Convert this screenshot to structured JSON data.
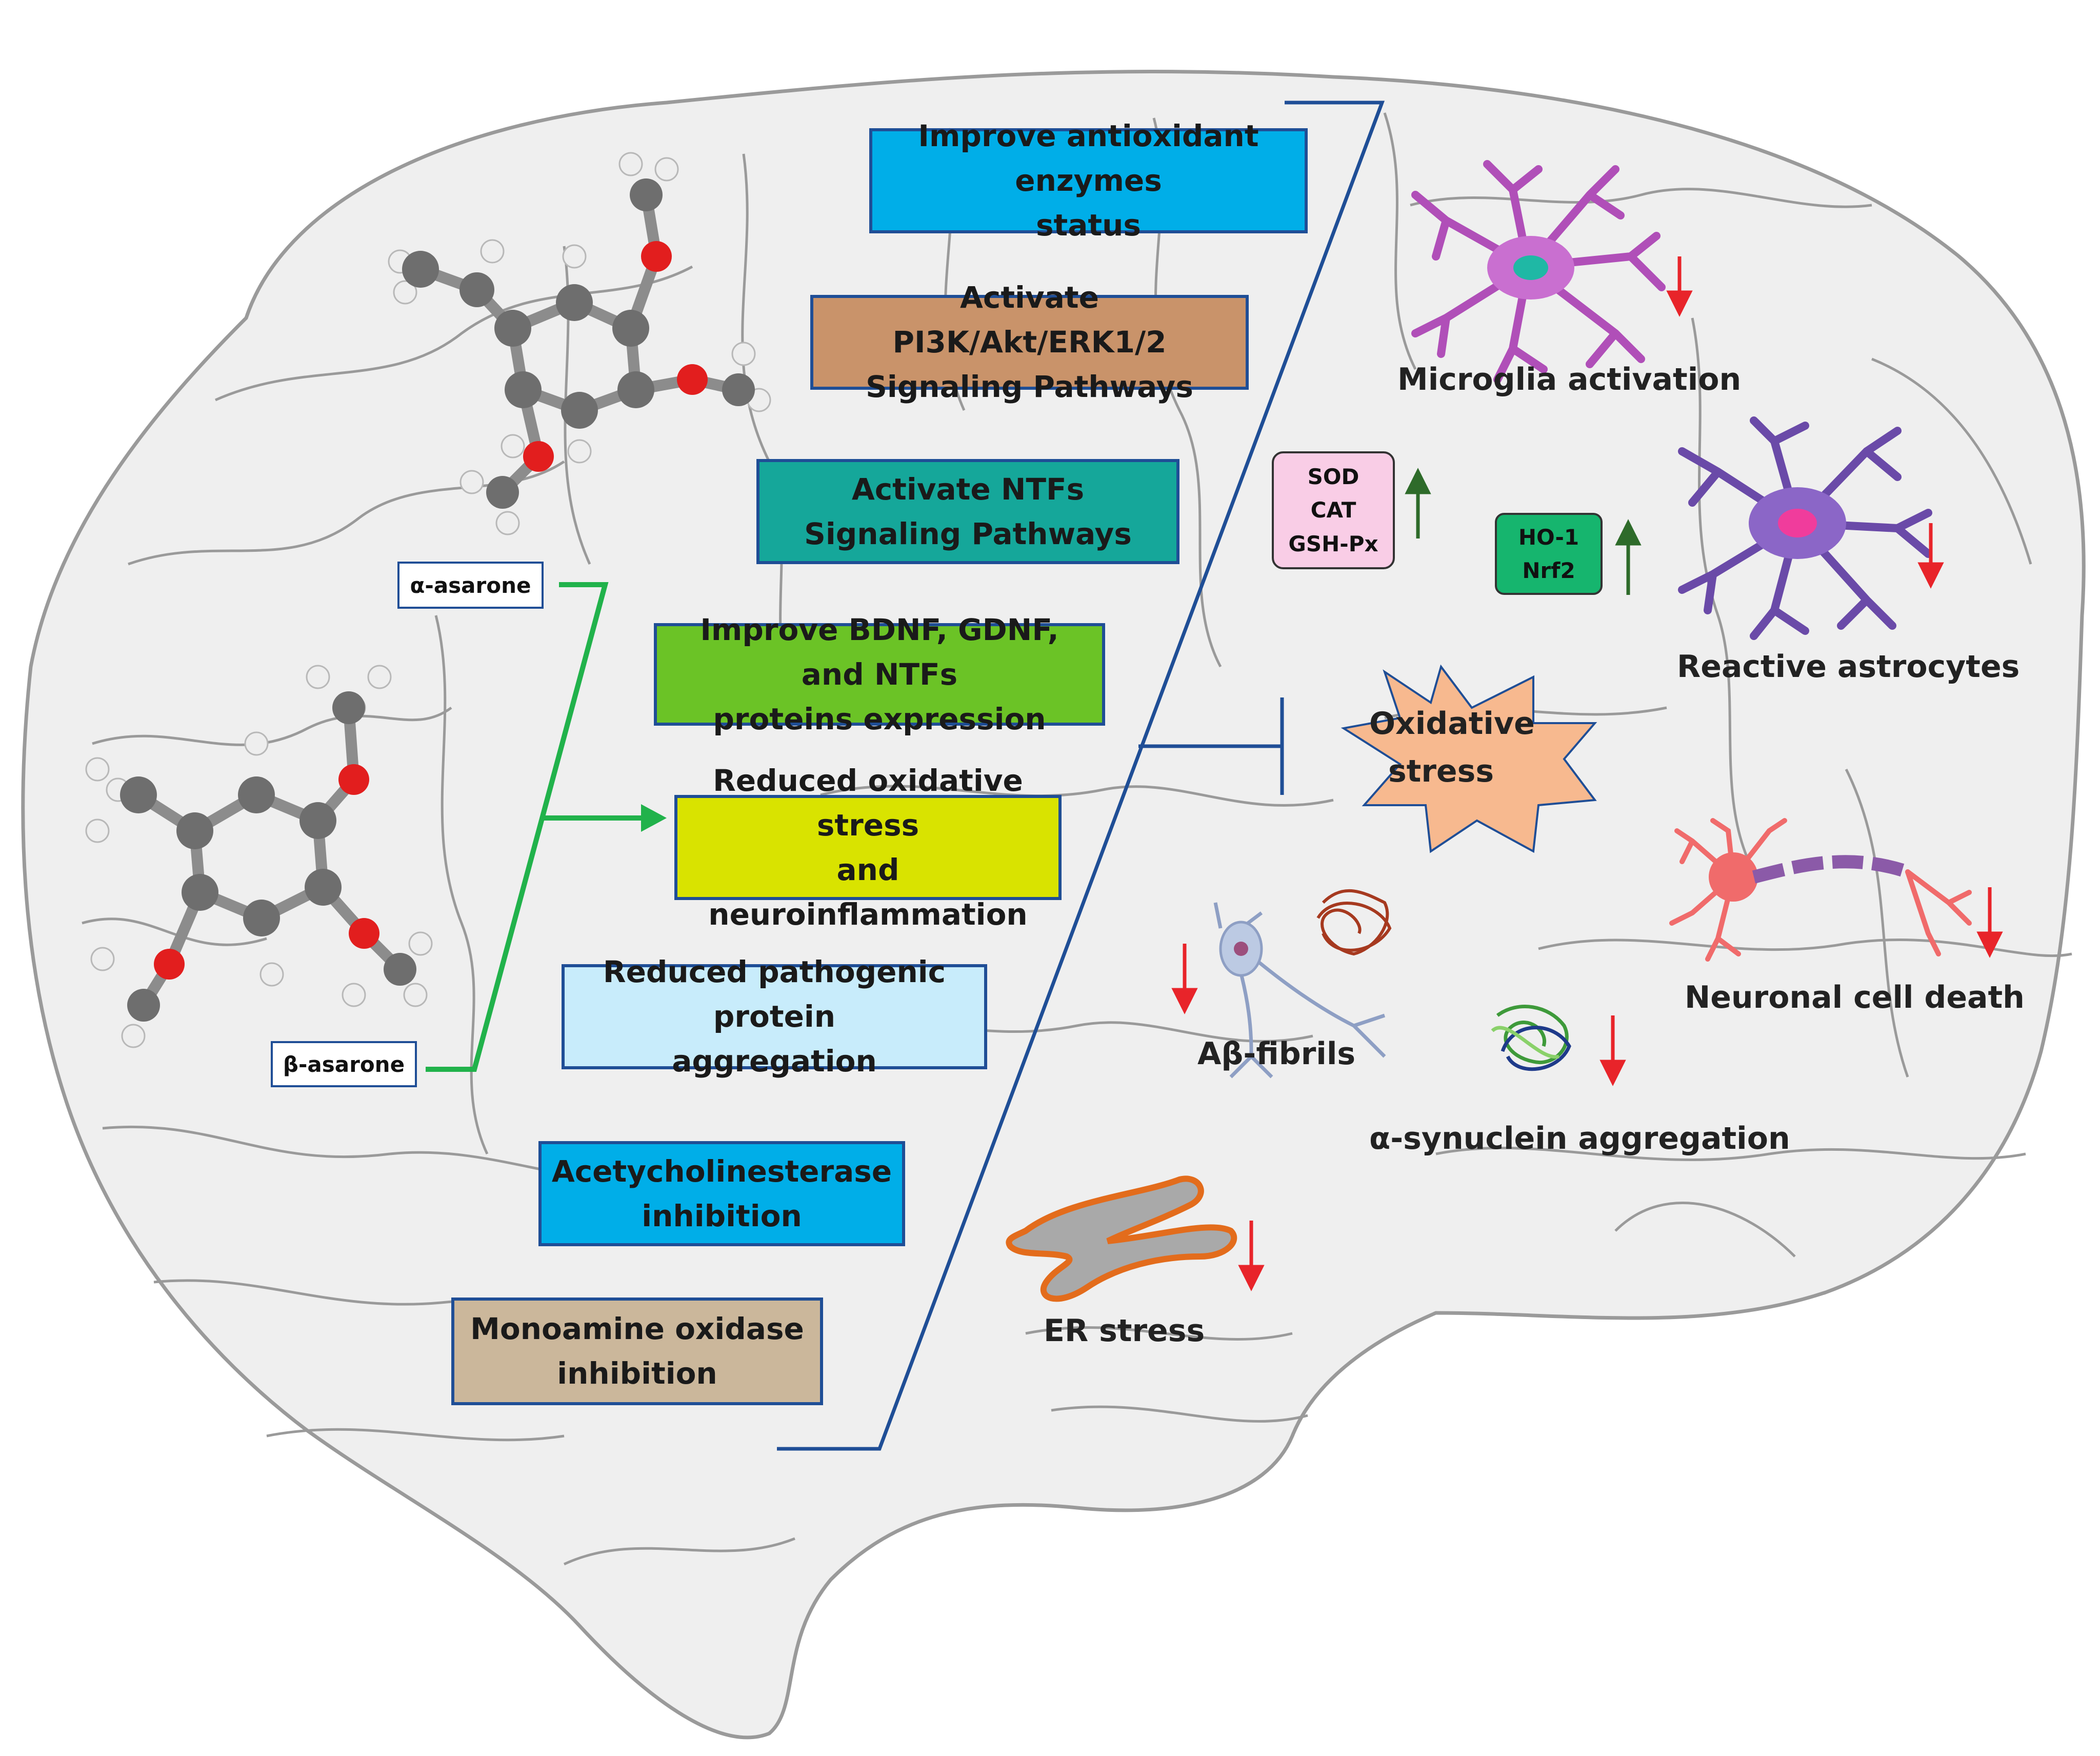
{
  "boxes": {
    "antioxidant": {
      "text": "Improve antioxidant enzymes\nstatus",
      "color": "#00aee8"
    },
    "pi3k": {
      "text": "Activate PI3K/Akt/ERK1/2\nSignaling Pathways",
      "color": "#c9936a"
    },
    "ntfs": {
      "text": "Activate NTFs\nSignaling Pathways",
      "color": "#15a79a"
    },
    "bdnf": {
      "text": "Improve BDNF, GDNF, and NTFs\nproteins expression",
      "color": "#6bc326"
    },
    "oxidative_reduced": {
      "text": "Reduced oxidative stress\nand neuroinflammation",
      "color": "#d9e300"
    },
    "pathogenic": {
      "text": "Reduced pathogenic protein\naggregation",
      "color": "#c8ecfb"
    },
    "ache": {
      "text": "Acetycholinesterase\ninhibition",
      "color": "#00aee8"
    },
    "mao": {
      "text": "Monoamine oxidase\ninhibition",
      "color": "#cbb79b"
    }
  },
  "compounds": {
    "alpha": "α-asarone",
    "beta": "β-asarone"
  },
  "tags": {
    "enzymes": {
      "text": "SOD\nCAT\nGSH-Px",
      "color": "#f9cde6"
    },
    "ho1": {
      "text": "HO-1\nNrf2",
      "color": "#16b56e"
    }
  },
  "labels": {
    "microglia": "Microglia activation",
    "astrocytes": "Reactive astrocytes",
    "oxidative_stress": "Oxidative\nstress",
    "neuronal_death": "Neuronal cell death",
    "abeta": "Aβ-fibrils",
    "synuclein": "α-synuclein aggregation",
    "er_stress": "ER stress"
  },
  "colors": {
    "brain_fill": "#efefef",
    "brain_outline": "#9a9a9a",
    "bracket_line": "#1f4e96",
    "green_connector": "#21b24b",
    "arrow_down": "#e8242a",
    "arrow_up": "#2e6b2a",
    "starburst": "#f7b98f"
  }
}
